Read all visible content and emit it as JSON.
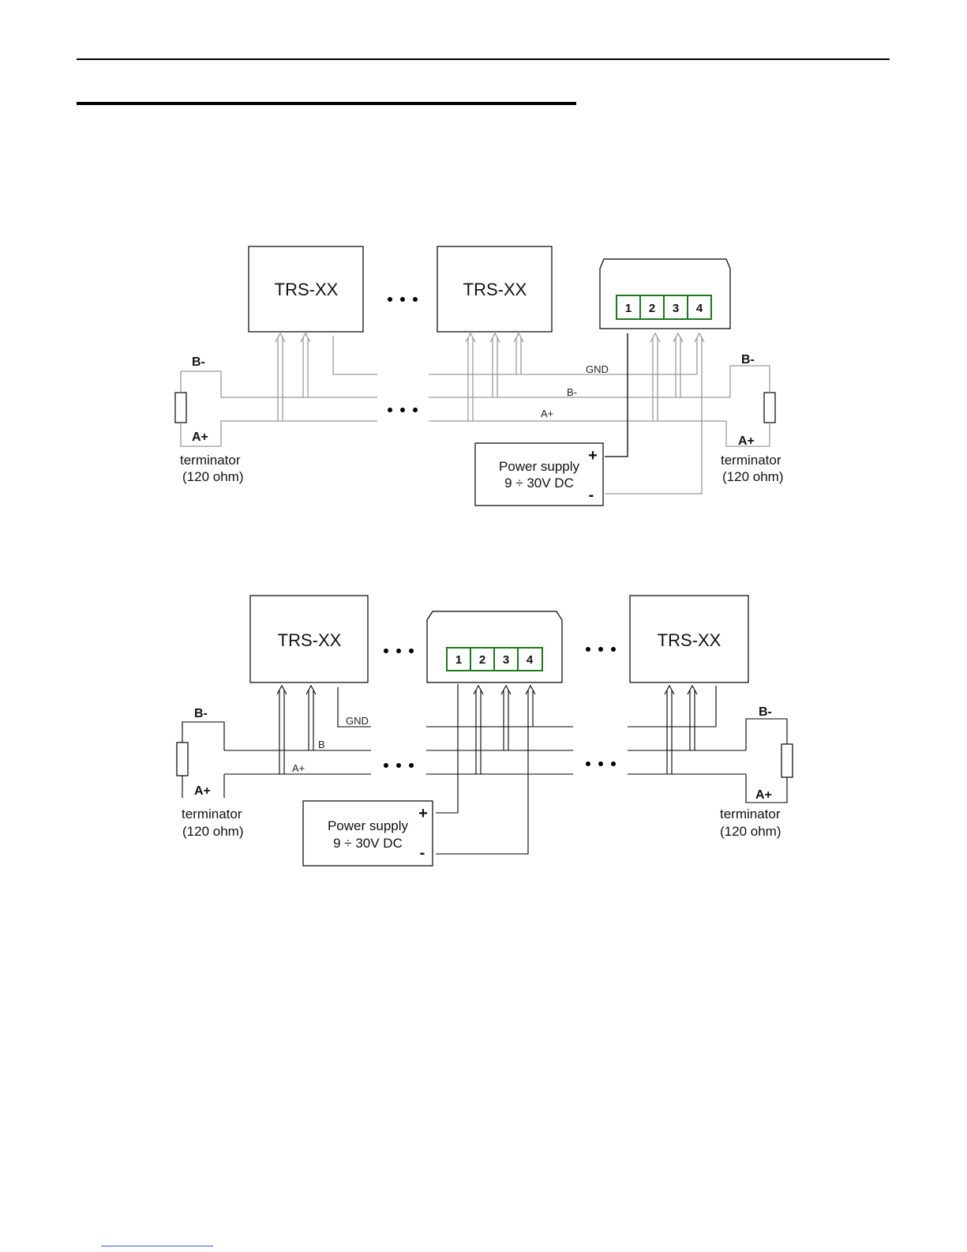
{
  "device_label": "TRS-XX",
  "signal": {
    "b_minus": "B-",
    "a_plus": "A+"
  },
  "wire_labels": {
    "gnd": "GND",
    "b_minus": "B-",
    "a_plus": "A+",
    "b_short": "B",
    "a_plus_alt": "A+"
  },
  "terminator": {
    "label": "terminator",
    "value": "(120 ohm)"
  },
  "power_supply": {
    "title": "Power supply",
    "range": "9 ÷ 30V DC",
    "plus": "+",
    "minus": "-"
  },
  "terminal_pins": [
    "1",
    "2",
    "3",
    "4"
  ],
  "colors": {
    "lines": "#000000",
    "signal_wires": "#9a9a9a",
    "terminal_block": "#1a7a1a",
    "footer_link": "#3b5bdb"
  }
}
